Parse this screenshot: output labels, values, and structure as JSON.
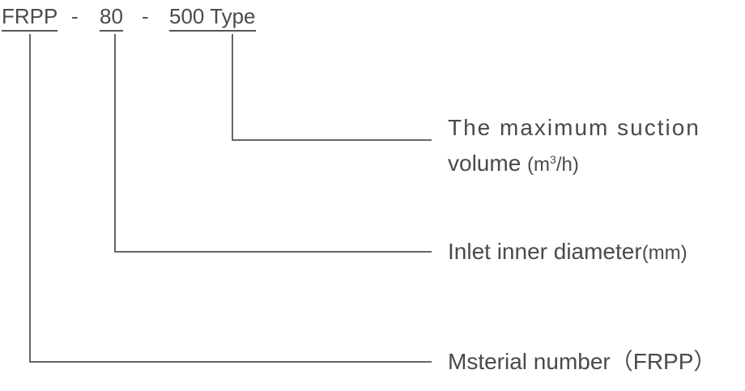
{
  "model_code": {
    "part1": "FRPP",
    "sep1": "-",
    "part2": "80",
    "sep2": "-",
    "part3": "500 Type"
  },
  "labels": {
    "suction_line1": "The maximum suction",
    "suction_line2_text": "volume",
    "suction_unit_open": "(m",
    "suction_unit_sup": "3",
    "suction_unit_close": "/h)",
    "inlet_text": "Inlet inner diameter",
    "inlet_unit": "(mm)",
    "material_text": "Msterial number",
    "material_unit": "（FRPP）"
  },
  "colors": {
    "line": "#333333",
    "text": "#4a4a4a"
  }
}
